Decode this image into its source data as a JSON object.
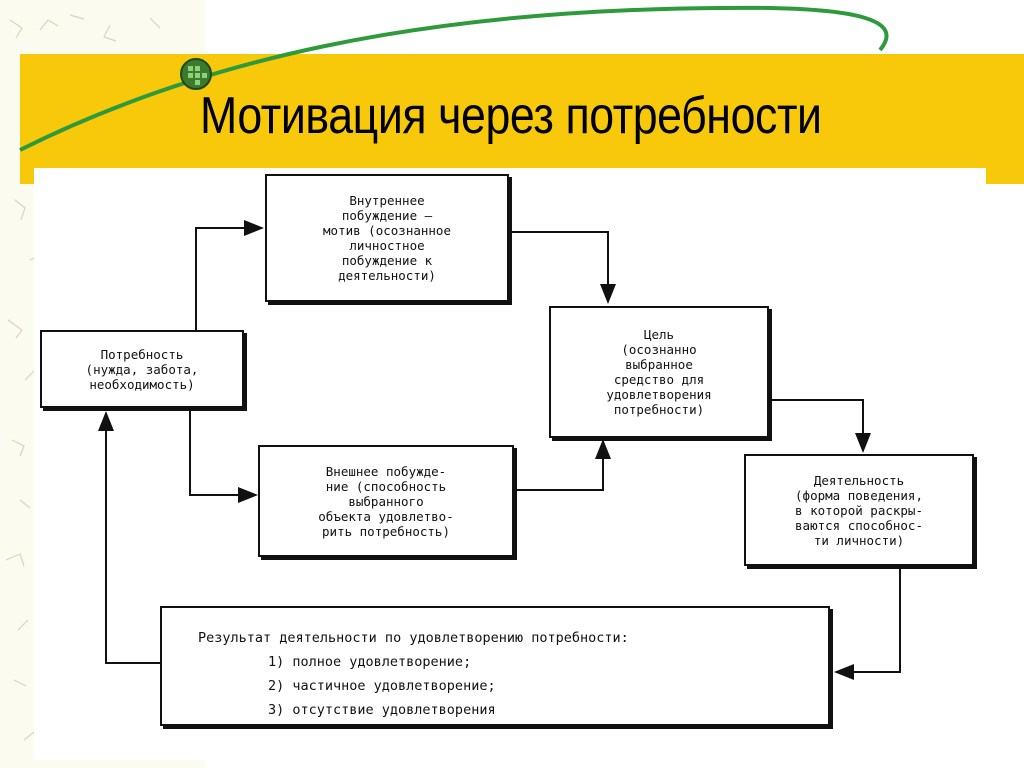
{
  "title": "Мотивация через потребности",
  "colors": {
    "accent_band": "#f7c90a",
    "swoosh": "#2e9a3c",
    "bullet": "#3c7a2e",
    "line": "#111111"
  },
  "nodes": {
    "need": [
      "Потребность",
      "(нужда, забота,",
      "необходимость)"
    ],
    "internal": [
      "Внутреннее",
      "побуждение —",
      "мотив (осознанное",
      "личностное",
      "побуждение к",
      "деятельности)"
    ],
    "external": [
      "Внешнее побужде-",
      "ние (способность",
      "выбранного",
      "объекта удовлетво-",
      "рить потребность)"
    ],
    "goal": [
      "Цель",
      "(осознанно",
      "выбранное",
      "средство для",
      "удовлетворения",
      "потребности)"
    ],
    "activity": [
      "Деятельность",
      "(форма поведения,",
      "в которой раскры-",
      "ваются способнос-",
      "ти личности)"
    ],
    "result": {
      "heading": "Результат деятельности по удовлетворению потребности:",
      "items": [
        "1) полное удовлетворение;",
        "2) частичное удовлетворение;",
        "3) отсутствие удовлетворения"
      ]
    }
  }
}
